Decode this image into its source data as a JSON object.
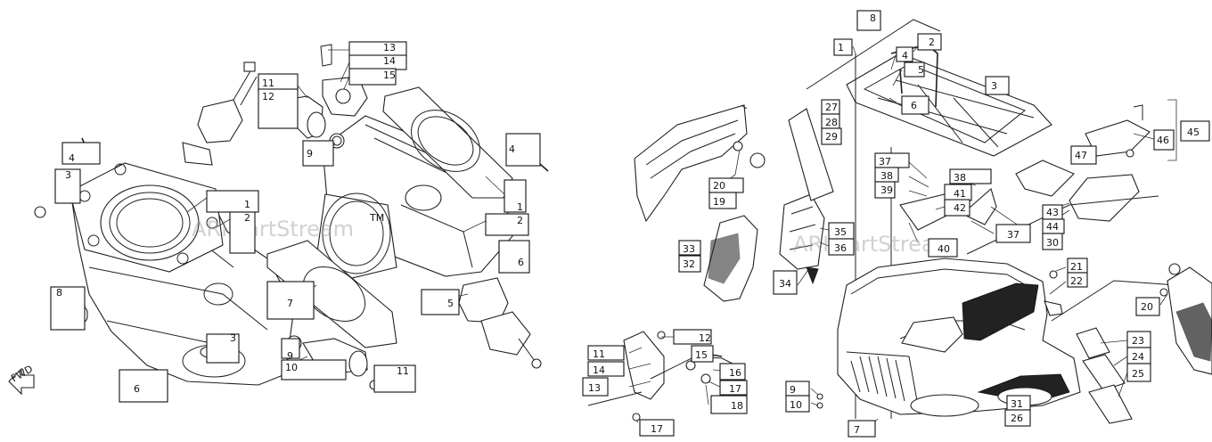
{
  "watermark": {
    "left": "ARI PartStream",
    "left_tm": "TM",
    "right": "ARI PartStream"
  },
  "front_badge": "FWD",
  "left_callouts": [
    "4",
    "3",
    "8",
    "6",
    "1",
    "2",
    "3",
    "11",
    "12",
    "13",
    "14",
    "15",
    "9",
    "4",
    "1",
    "2",
    "6",
    "5",
    "7",
    "9",
    "10",
    "11"
  ],
  "right_callouts": [
    "8",
    "1",
    "2",
    "4",
    "5",
    "6",
    "3",
    "45",
    "46",
    "47",
    "27",
    "28",
    "29",
    "37",
    "38",
    "39",
    "38",
    "41",
    "42",
    "20",
    "19",
    "35",
    "36",
    "43",
    "44",
    "30",
    "37",
    "40",
    "33",
    "32",
    "34",
    "21",
    "22",
    "20",
    "12",
    "15",
    "11",
    "14",
    "13",
    "16",
    "17",
    "18",
    "17",
    "9",
    "10",
    "7",
    "31",
    "26",
    "23",
    "24",
    "25"
  ]
}
